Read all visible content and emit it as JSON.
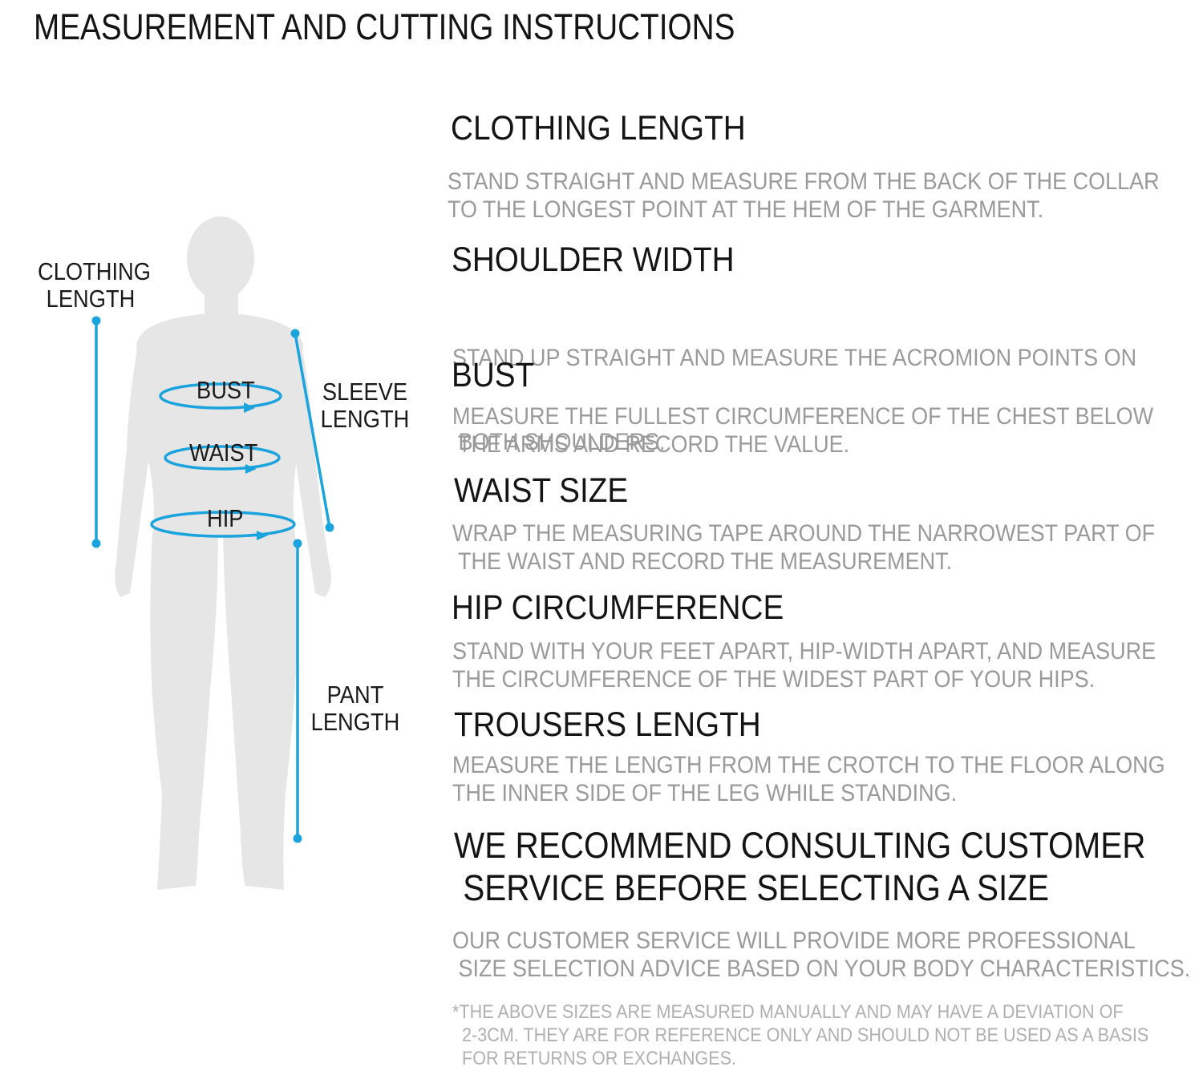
{
  "title": "MEASUREMENT AND CUTTING INSTRUCTIONS",
  "colors": {
    "accent": "#1aa3dd",
    "silhouette": "#e6e6e6",
    "heading": "#141414",
    "description": "#9a9a9a",
    "note": "#b0b0b0"
  },
  "figure": {
    "clothing_length": [
      "CLOTHING",
      "LENGTH"
    ],
    "bust": "BUST",
    "waist": "WAIST",
    "hip": "HIP",
    "sleeve_length": [
      "SLEEVE",
      "LENGTH"
    ],
    "pant_length": [
      "PANT",
      "LENGTH"
    ]
  },
  "sections": {
    "clothing_length": {
      "heading": "CLOTHING LENGTH",
      "lines": [
        "STAND STRAIGHT AND MEASURE FROM THE BACK OF THE COLLAR",
        "TO THE LONGEST POINT AT THE HEM OF THE GARMENT."
      ]
    },
    "shoulder_width": {
      "heading": "SHOULDER WIDTH",
      "lines": [
        "STAND UP STRAIGHT AND MEASURE THE ACROMION POINTS ON",
        " BOTH SHOULDERS."
      ]
    },
    "bust": {
      "heading": "BUST",
      "lines": [
        "MEASURE THE FULLEST CIRCUMFERENCE OF THE CHEST BELOW",
        " THE ARMS AND RECORD THE VALUE."
      ]
    },
    "waist_size": {
      "heading": "WAIST SIZE",
      "lines": [
        "WRAP THE MEASURING TAPE AROUND THE NARROWEST PART OF",
        " THE WAIST AND RECORD THE MEASUREMENT."
      ]
    },
    "hip_circumference": {
      "heading": "HIP CIRCUMFERENCE",
      "lines": [
        "STAND WITH YOUR FEET APART, HIP-WIDTH APART, AND MEASURE",
        "THE CIRCUMFERENCE OF THE WIDEST PART OF YOUR HIPS."
      ]
    },
    "trousers_length": {
      "heading": "TROUSERS LENGTH",
      "lines": [
        "MEASURE THE LENGTH FROM THE CROTCH TO THE FLOOR ALONG",
        "THE INNER SIDE OF THE LEG WHILE STANDING."
      ]
    }
  },
  "recommendation": {
    "heading_lines": [
      "WE RECOMMEND CONSULTING CUSTOMER",
      " SERVICE BEFORE SELECTING A SIZE"
    ],
    "lines": [
      "OUR CUSTOMER SERVICE WILL PROVIDE MORE PROFESSIONAL",
      " SIZE SELECTION ADVICE BASED ON YOUR BODY CHARACTERISTICS."
    ]
  },
  "note_lines": [
    "*THE ABOVE SIZES ARE MEASURED MANUALLY AND MAY HAVE A DEVIATION OF",
    "  2-3CM. THEY ARE FOR REFERENCE ONLY AND SHOULD NOT BE USED AS A BASIS",
    "  FOR RETURNS OR EXCHANGES."
  ]
}
